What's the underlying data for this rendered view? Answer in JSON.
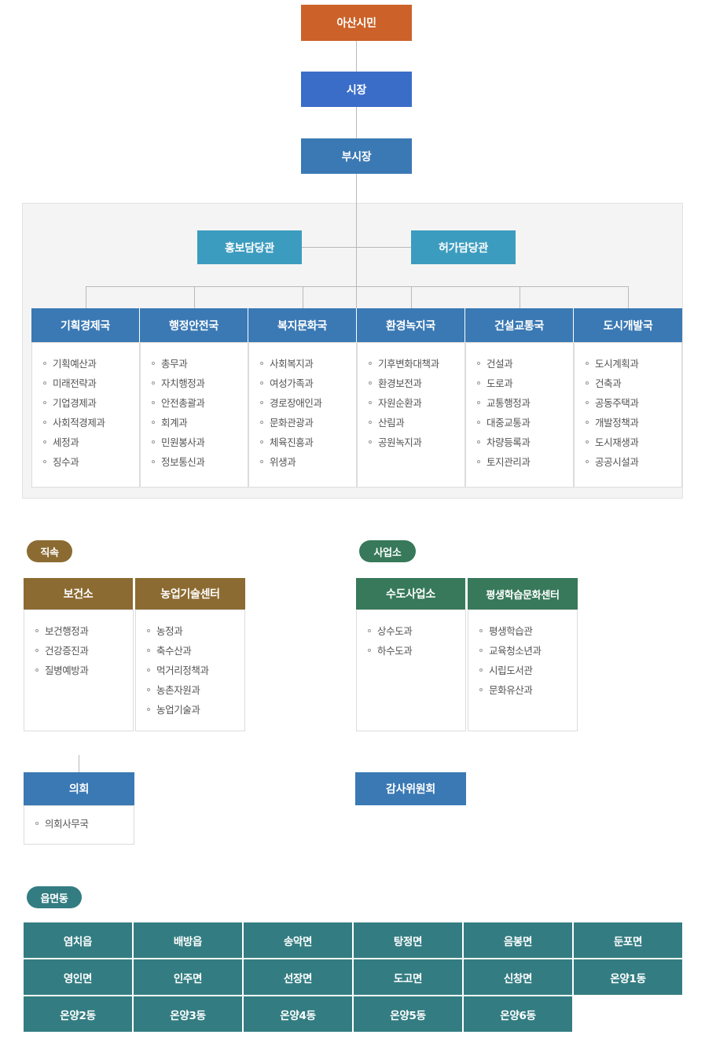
{
  "colors": {
    "citizen": "#cc6229",
    "mayor": "#3a6dc8",
    "vice_mayor": "#3b79b4",
    "officer": "#3c9cbf",
    "bureau": "#3a79b4",
    "direct_affiliate": "#8c6b32",
    "business_office": "#37795a",
    "dong": "#337d82",
    "panel_bg": "#f4f4f4",
    "line": "#b9b9b9"
  },
  "top": {
    "citizen": "아산시민",
    "mayor": "시장",
    "vice_mayor": "부시장"
  },
  "officers": [
    {
      "label": "홍보담당관"
    },
    {
      "label": "허가담당관"
    }
  ],
  "bureaus": [
    {
      "label": "기획경제국",
      "departments": [
        "기획예산과",
        "미래전략과",
        "기업경제과",
        "사회적경제과",
        "세정과",
        "징수과"
      ]
    },
    {
      "label": "행정안전국",
      "departments": [
        "총무과",
        "자치행정과",
        "안전총괄과",
        "회계과",
        "민원봉사과",
        "정보통신과"
      ]
    },
    {
      "label": "복지문화국",
      "departments": [
        "사회복지과",
        "여성가족과",
        "경로장애인과",
        "문화관광과",
        "체육진흥과",
        "위생과"
      ]
    },
    {
      "label": "환경녹지국",
      "departments": [
        "기후변화대책과",
        "환경보전과",
        "자원순환과",
        "산림과",
        "공원녹지과"
      ]
    },
    {
      "label": "건설교통국",
      "departments": [
        "건설과",
        "도로과",
        "교통행정과",
        "대중교통과",
        "차량등록과",
        "토지관리과"
      ]
    },
    {
      "label": "도시개발국",
      "departments": [
        "도시계획과",
        "건축과",
        "공동주택과",
        "개발정책과",
        "도시재생과",
        "공공시설과"
      ]
    }
  ],
  "direct_affiliate": {
    "pill": "직속",
    "units": [
      {
        "label": "보건소",
        "departments": [
          "보건행정과",
          "건강증진과",
          "질병예방과"
        ]
      },
      {
        "label": "농업기술센터",
        "departments": [
          "농정과",
          "축수산과",
          "먹거리정책과",
          "농촌자원과",
          "농업기술과"
        ]
      }
    ]
  },
  "business_office": {
    "pill": "사업소",
    "units": [
      {
        "label": "수도사업소",
        "departments": [
          "상수도과",
          "하수도과"
        ]
      },
      {
        "label": "평생학습문화센터",
        "departments": [
          "평생학습관",
          "교육청소년과",
          "시립도서관",
          "문화유산과"
        ]
      }
    ]
  },
  "council": {
    "label": "의회",
    "departments": [
      "의회사무국"
    ]
  },
  "audit": {
    "label": "감사위원회"
  },
  "dong": {
    "pill": "읍면동",
    "cells": [
      "염치읍",
      "배방읍",
      "송악면",
      "탕정면",
      "음봉면",
      "둔포면",
      "영인면",
      "인주면",
      "선장면",
      "도고면",
      "신창면",
      "온양1동",
      "온양2동",
      "온양3동",
      "온양4동",
      "온양5동",
      "온양6동",
      ""
    ]
  }
}
